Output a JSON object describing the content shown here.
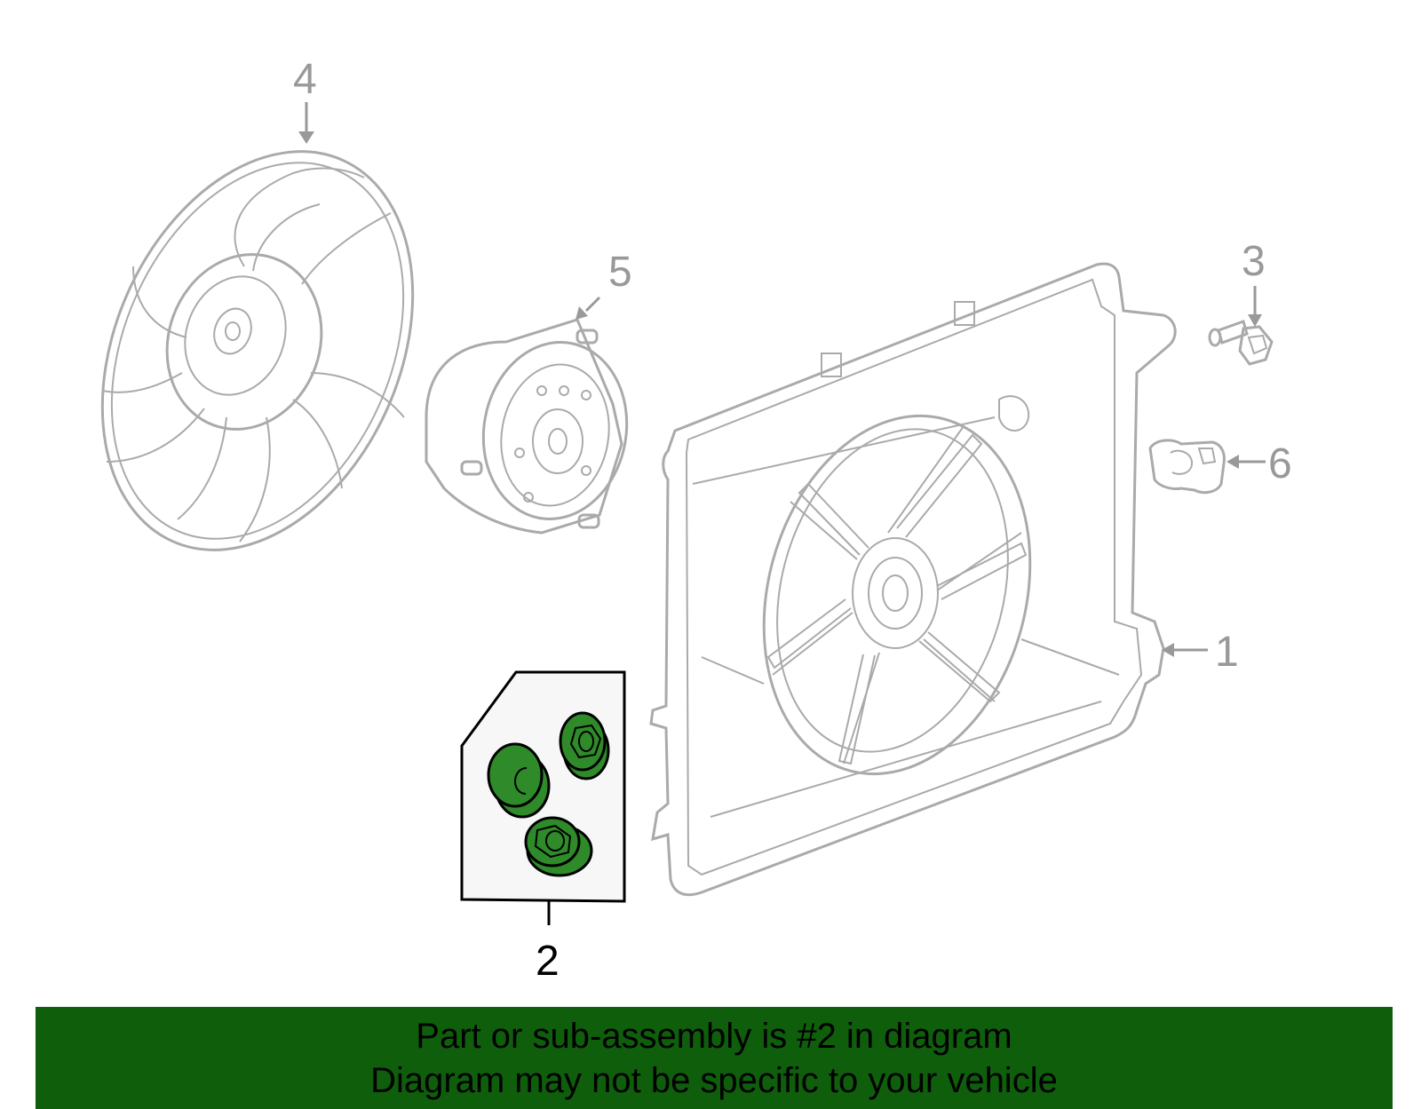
{
  "callouts": {
    "c1": "1",
    "c2": "2",
    "c3": "3",
    "c4": "4",
    "c5": "5",
    "c6": "6"
  },
  "banner": {
    "line1": "Part or sub-assembly is #2 in diagram",
    "line2": "Diagram may not be specific to your vehicle"
  },
  "colors": {
    "highlight_part": "#2f8a2a",
    "banner_bg": "#0f5e0c",
    "line_art": "#aaaaaa"
  }
}
